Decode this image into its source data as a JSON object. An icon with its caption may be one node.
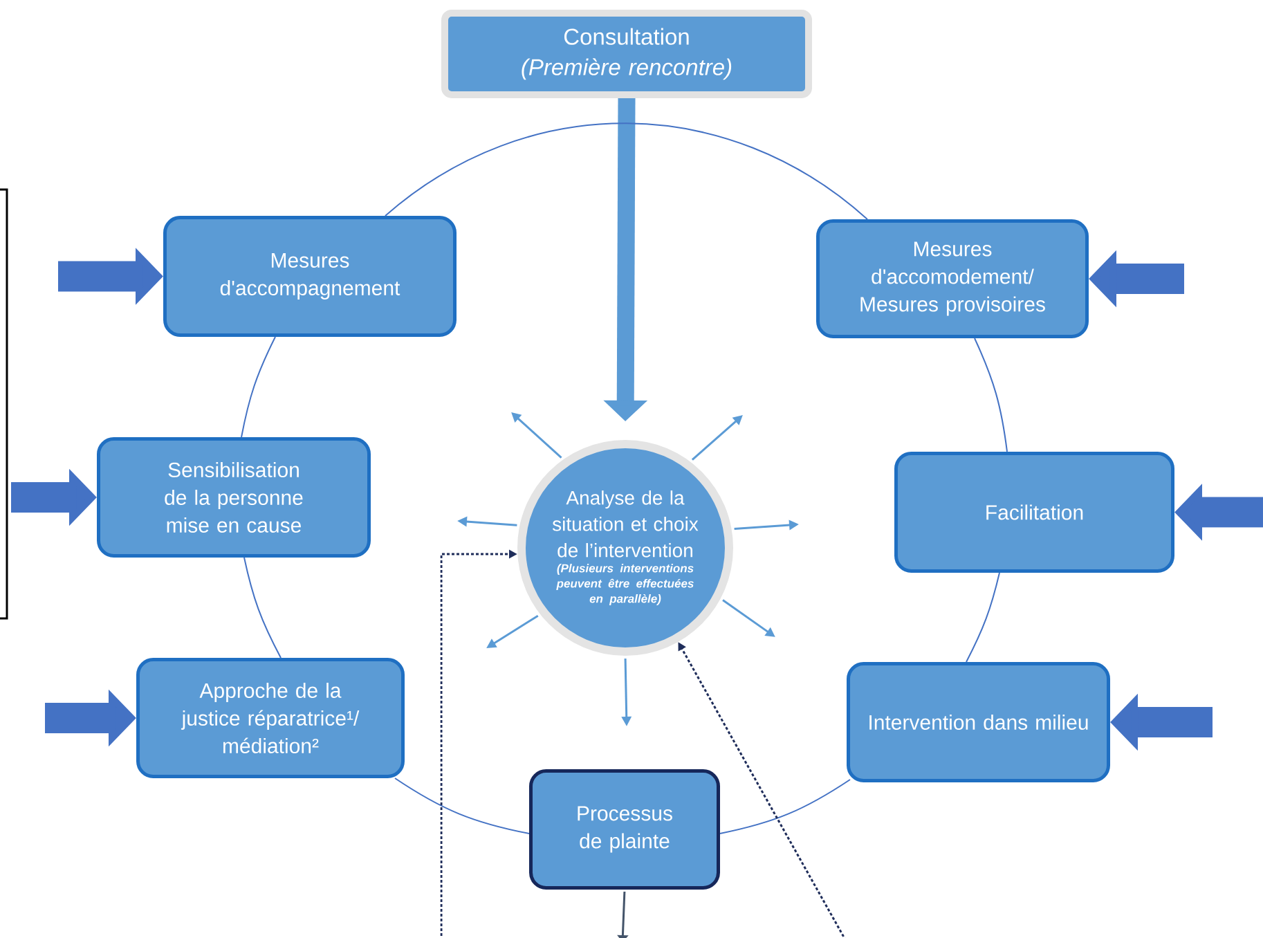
{
  "diagram": {
    "nodes": [
      {
        "text": [
          "Consultation",
          "(Première rencontre)"
        ]
      },
      {
        "text": [
          "Mesures d'accompagnement"
        ]
      },
      {
        "text": [
          "Mesures d'accomodement/ Mesures provisoires"
        ]
      },
      {
        "text": [
          "Sensibilisation de la personne mise en cause"
        ]
      },
      {
        "text": [
          "Analyse de la situation et choix de l’intervention",
          "(Plusieurs interventions peuvent être effectuées en parallèle)"
        ]
      },
      {
        "text": [
          "Facilitation"
        ]
      },
      {
        "text": [
          "Approche de la justice réparatrice¹/ médiation²"
        ]
      },
      {
        "text": [
          "Intervention dans milieu"
        ]
      },
      {
        "text": [
          "Processus de plainte"
        ]
      }
    ],
    "edges": [
      {
        "from": 0,
        "to": 4,
        "arrow": "to",
        "style": "thick"
      },
      {
        "from": 4,
        "to": null,
        "arrow": "to"
      },
      {
        "from": 4,
        "to": null,
        "arrow": "to"
      },
      {
        "from": 4,
        "to": null,
        "arrow": "to"
      },
      {
        "from": 4,
        "to": null,
        "arrow": "to"
      },
      {
        "from": 4,
        "to": null,
        "arrow": "to"
      },
      {
        "from": 4,
        "to": null,
        "arrow": "to"
      },
      {
        "from": 4,
        "to": null,
        "arrow": "to"
      },
      {
        "from": null,
        "to": 1,
        "arrow": "to",
        "style": "thick",
        "color": "#4472c4"
      },
      {
        "from": null,
        "to": 2,
        "arrow": "to",
        "style": "thick",
        "color": "#4472c4"
      },
      {
        "from": null,
        "to": 3,
        "arrow": "to",
        "style": "thick",
        "color": "#4472c4"
      },
      {
        "from": null,
        "to": 5,
        "arrow": "to",
        "style": "thick",
        "color": "#4472c4"
      },
      {
        "from": null,
        "to": 6,
        "arrow": "to",
        "style": "thick",
        "color": "#4472c4"
      },
      {
        "from": null,
        "to": 7,
        "arrow": "to",
        "style": "thick",
        "color": "#4472c4"
      },
      {
        "from": 1,
        "to": 2,
        "arrow": "none",
        "color": "#4472c4"
      },
      {
        "from": 2,
        "to": 5,
        "arrow": "none",
        "color": "#4472c4"
      },
      {
        "from": 5,
        "to": 7,
        "arrow": "none",
        "color": "#4472c4"
      },
      {
        "from": 7,
        "to": 8,
        "arrow": "none",
        "color": "#4472c4"
      },
      {
        "from": 8,
        "to": 6,
        "arrow": "none",
        "color": "#4472c4"
      },
      {
        "from": 6,
        "to": 3,
        "arrow": "none",
        "color": "#4472c4"
      },
      {
        "from": 3,
        "to": 1,
        "arrow": "none",
        "color": "#4472c4"
      },
      {
        "from": null,
        "to": 4,
        "arrow": "to",
        "style": "dashed",
        "color": "#1f2d5a"
      },
      {
        "from": null,
        "to": 4,
        "arrow": "to",
        "style": "dashed",
        "color": "#1f2d5a"
      },
      {
        "from": 8,
        "to": null,
        "arrow": "to",
        "color": "#44546a"
      }
    ]
  }
}
